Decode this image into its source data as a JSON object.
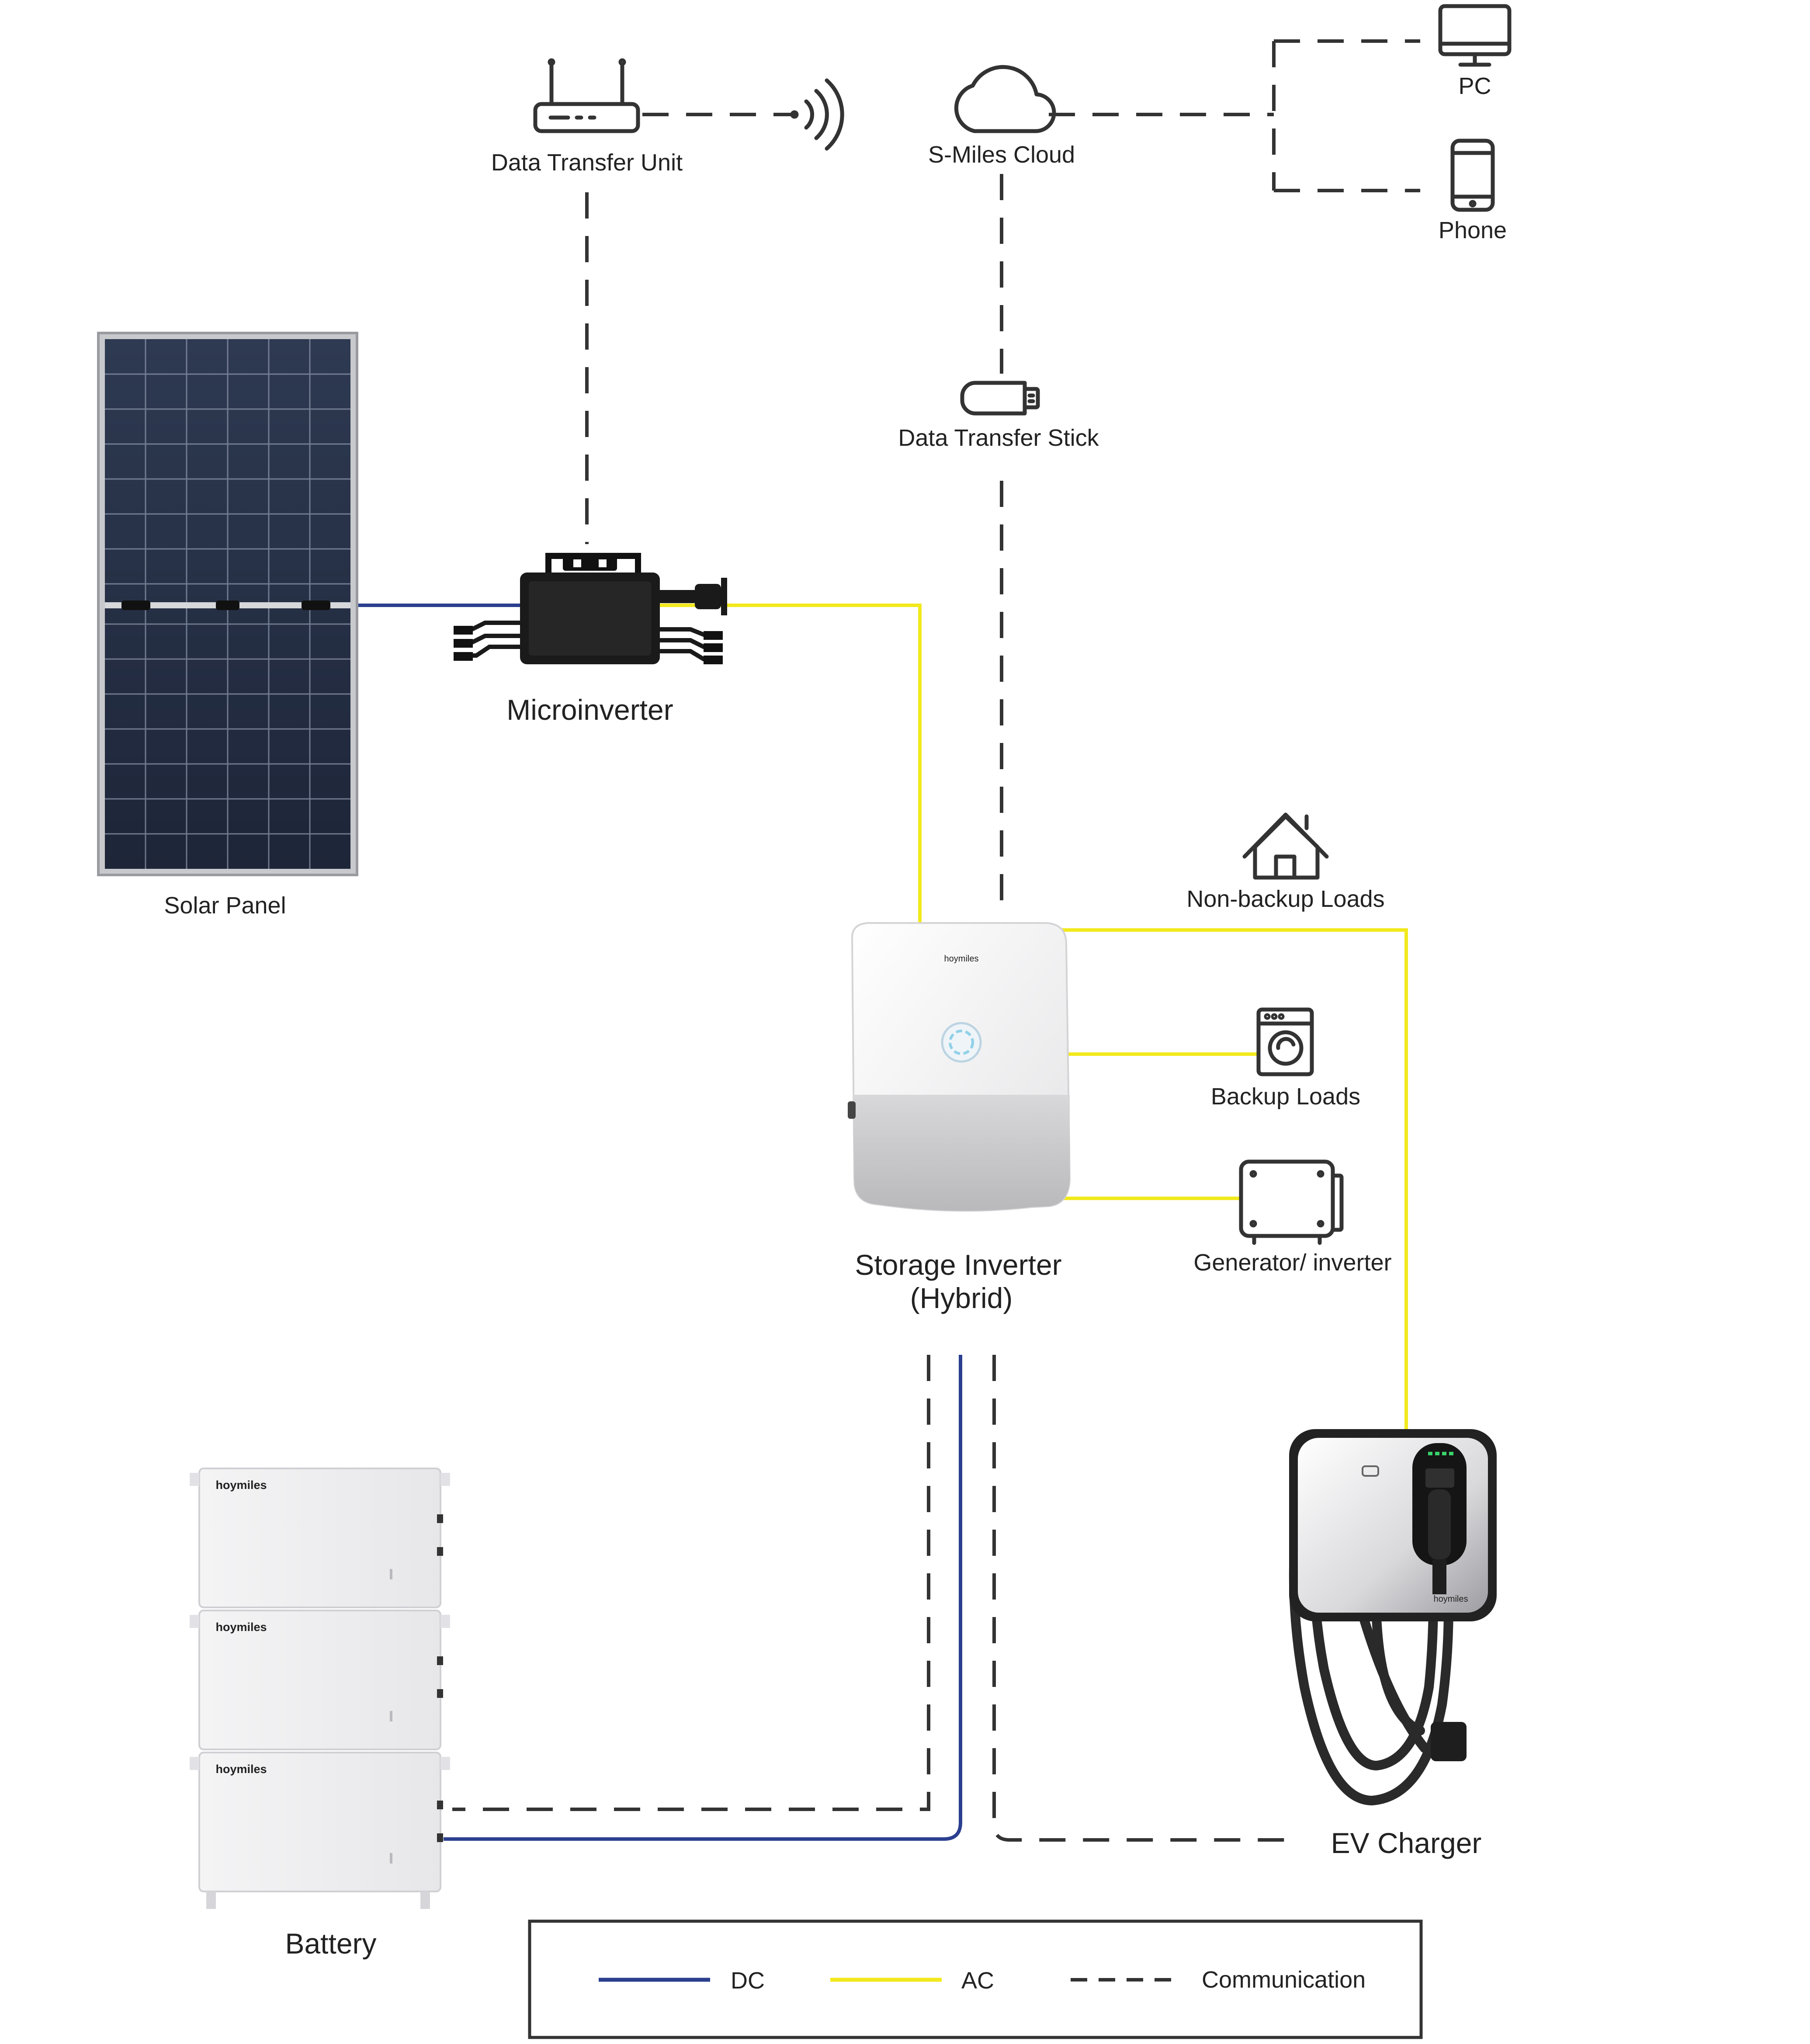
{
  "colors": {
    "dc": "#2b3f8f",
    "ac": "#f2e91d",
    "communication": "#333333"
  },
  "labels": {
    "data_transfer_unit": "Data Transfer Unit",
    "cloud": "S-Miles Cloud",
    "pc": "PC",
    "phone": "Phone",
    "data_transfer_stick": "Data Transfer Stick",
    "solar_panel": "Solar Panel",
    "microinverter": "Microinverter",
    "non_backup_loads": "Non-backup Loads",
    "backup_loads": "Backup Loads",
    "generator": "Generator/ inverter",
    "storage_inverter_line1": "Storage Inverter",
    "storage_inverter_line2": "(Hybrid)",
    "ev_charger": "EV Charger",
    "battery": "Battery"
  },
  "brand": {
    "logo_text": "hoymiles"
  },
  "legend": {
    "dc": "DC",
    "ac": "AC",
    "communication": "Communication"
  },
  "icons": [
    "router-icon",
    "wireless-signal-icon",
    "cloud-icon",
    "monitor-icon",
    "phone-icon",
    "usb-stick-icon",
    "house-icon",
    "washing-machine-icon",
    "generator-icon"
  ]
}
